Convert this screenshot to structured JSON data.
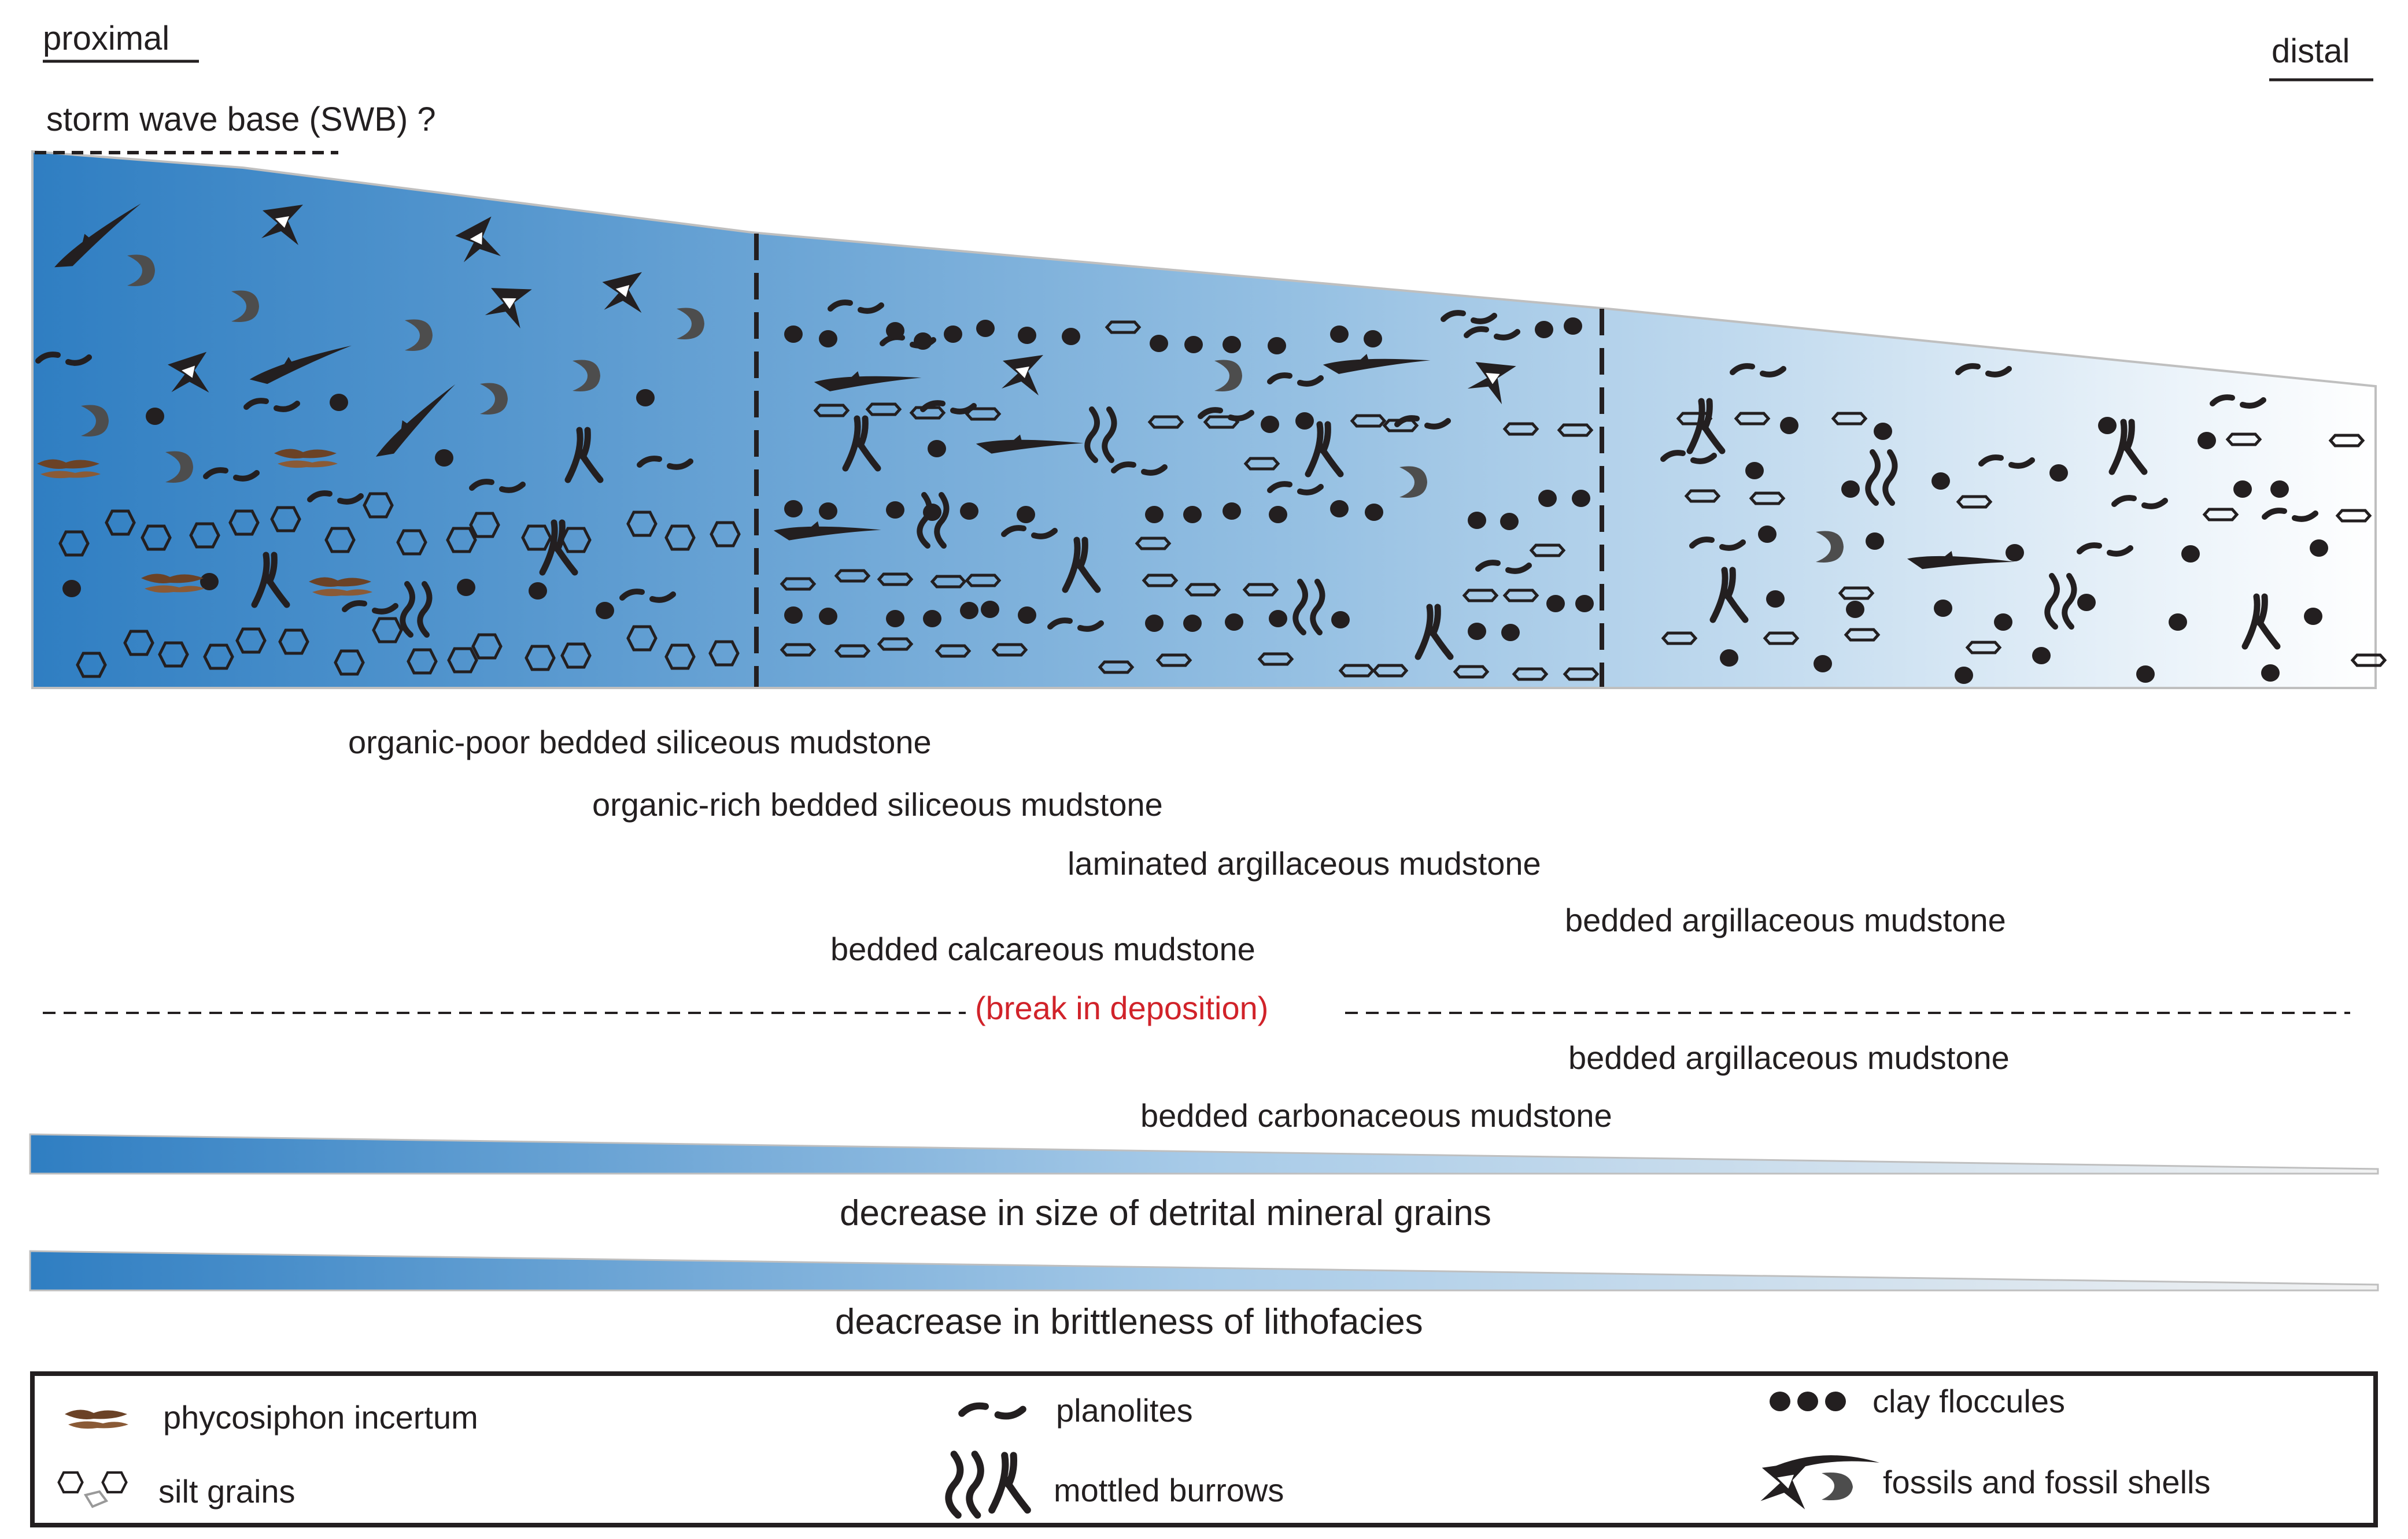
{
  "header": {
    "proximal": "proximal",
    "distal": "distal",
    "storm_wave_base": "storm wave base (SWB) ?"
  },
  "lithofacies": {
    "organic_poor_siliceous": "organic-poor bedded siliceous mudstone",
    "organic_rich_siliceous": "organic-rich bedded siliceous mudstone",
    "laminated_argillaceous": "laminated argillaceous mudstone",
    "bedded_argillaceous_upper": "bedded argillaceous mudstone",
    "bedded_calcareous": "bedded calcareous mudstone",
    "break_in_deposition": "(break in deposition)",
    "bedded_argillaceous_lower": "bedded argillaceous mudstone",
    "bedded_carbonaceous": "bedded carbonaceous mudstone"
  },
  "trends": {
    "grain_size": "decrease in size of detrital mineral grains",
    "brittleness": "deacrease in brittleness of lithofacies"
  },
  "legend": {
    "phycosiphon": "phycosiphon incertum",
    "silt_grains": "silt grains",
    "planolites": "planolites",
    "mottled_burrows": "mottled burrows",
    "clay_floccules": "clay floccules",
    "fossils": "fossils and fossil shells"
  },
  "colors": {
    "gradient_start": "#2f7ec2",
    "gradient_mid": "#97c1e3",
    "gradient_end": "#ffffff",
    "symbol": "#231f20",
    "phycosiphon": "#6b4226",
    "break_text": "#d1232a"
  }
}
